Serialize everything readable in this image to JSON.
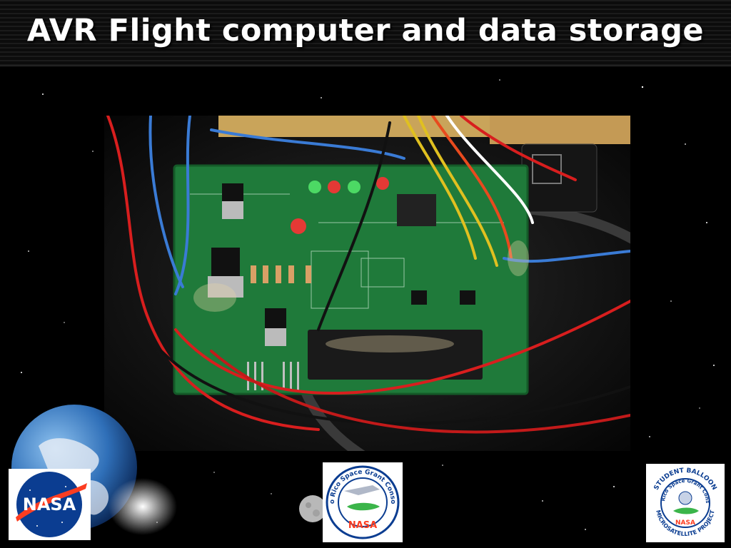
{
  "slide": {
    "title": "AVR Flight computer and data storage"
  },
  "colors": {
    "background": "#000000",
    "title_text": "#ffffff",
    "pcb_green": "#1f7a3a",
    "nasa_blue": "#0b3d91",
    "nasa_red": "#fc3d21"
  },
  "logos": {
    "nasa": {
      "text": "NASA"
    },
    "prsgc": {
      "ring_text": "Puerto Rico Space Grant Consortium",
      "bottom_text": "NASA"
    },
    "balloon": {
      "top_text": "STUDENT BALLOON",
      "ring_text": "Puerto Rico Space Grant Consortium",
      "inner_text": "NASA",
      "bottom_text": "MICROSATELLITE PROJECT"
    }
  }
}
